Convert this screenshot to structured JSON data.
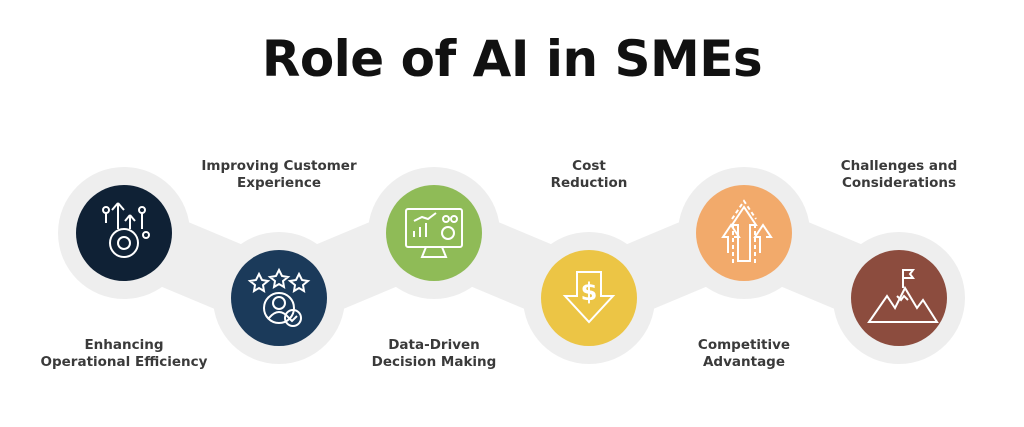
{
  "title": "Role of AI in SMEs",
  "steps": [
    {
      "line1": "Enhancing",
      "line2": "Operational Efficiency",
      "color": "#0f2135",
      "icon": "gear-growth-icon"
    },
    {
      "line1": "Improving Customer",
      "line2": "Experience",
      "color": "#1b3a5a",
      "icon": "customer-rating-icon"
    },
    {
      "line1": "Data-Driven",
      "line2": "Decision Making",
      "color": "#8fbb57",
      "icon": "analytics-monitor-icon"
    },
    {
      "line1": "Cost",
      "line2": "Reduction",
      "color": "#ecc545",
      "icon": "dollar-down-arrow-icon"
    },
    {
      "line1": "Competitive",
      "line2": "Advantage",
      "color": "#f2aa6b",
      "icon": "arrows-up-icon"
    },
    {
      "line1": "Challenges and",
      "line2": "Considerations",
      "color": "#8c4c3e",
      "icon": "mountain-flag-icon"
    }
  ]
}
